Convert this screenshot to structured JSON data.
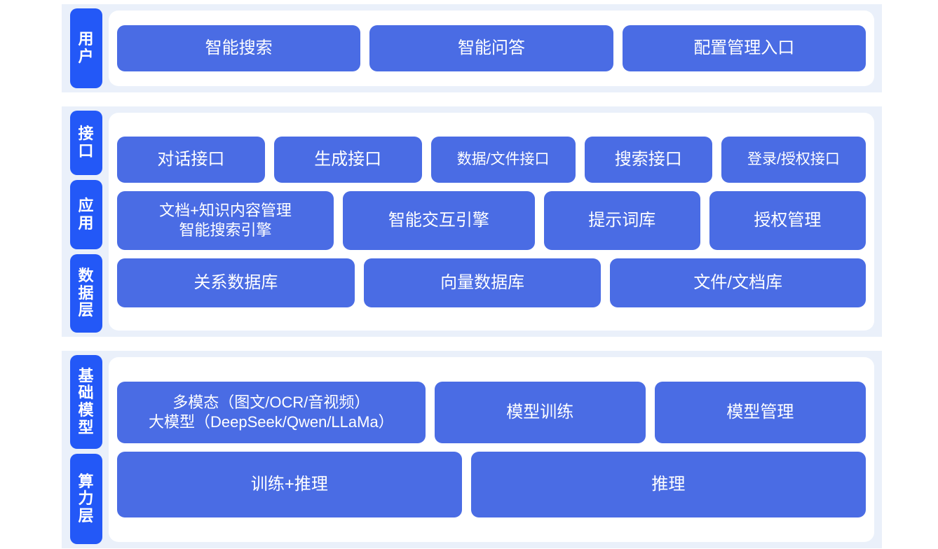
{
  "colors": {
    "tab_blue": "#2358f7",
    "box_blue": "#4a6ce4",
    "band_bg": "#eaf0fa",
    "panel_bg": "#ffffff",
    "page_bg": "#ffffff",
    "box_text": "#ffffff"
  },
  "sections": [
    {
      "id": "user",
      "tabs": [
        {
          "label": "用户",
          "chars": [
            "用",
            "户"
          ]
        }
      ],
      "rows": [
        {
          "id": "row-entry",
          "boxes": [
            {
              "label": "智能搜索",
              "flex": 1
            },
            {
              "label": "智能问答",
              "flex": 1
            },
            {
              "label": "配置管理入口",
              "flex": 1
            }
          ]
        }
      ]
    },
    {
      "id": "mid",
      "tabs": [
        {
          "label": "接口",
          "chars": [
            "接",
            "口"
          ]
        },
        {
          "label": "应用",
          "chars": [
            "应",
            "用"
          ]
        },
        {
          "label": "数据层",
          "chars": [
            "数",
            "据",
            "层"
          ]
        }
      ],
      "rows": [
        {
          "id": "row-api",
          "boxes": [
            {
              "label": "对话接口",
              "flex": 2.05
            },
            {
              "label": "生成接口",
              "flex": 2.05
            },
            {
              "label": "数据/文件接口",
              "flex": 2.0
            },
            {
              "label": "搜索接口",
              "flex": 1.75
            },
            {
              "label": "登录/授权接口",
              "flex": 2.0
            }
          ]
        },
        {
          "id": "row-app",
          "boxes": [
            {
              "label": "文档+知识内容管理\n智能搜索引擎",
              "flex": 2.9,
              "multiline": true
            },
            {
              "label": "智能交互引擎",
              "flex": 2.55
            },
            {
              "label": "提示词库",
              "flex": 2.05
            },
            {
              "label": "授权管理",
              "flex": 2.05
            }
          ]
        },
        {
          "id": "row-data",
          "boxes": [
            {
              "label": "关系数据库",
              "flex": 1
            },
            {
              "label": "向量数据库",
              "flex": 1
            },
            {
              "label": "文件/文档库",
              "flex": 1.08
            }
          ]
        }
      ]
    },
    {
      "id": "base",
      "tabs": [
        {
          "label": "基础模型",
          "chars": [
            "基",
            "础",
            "模",
            "型"
          ]
        },
        {
          "label": "算力层",
          "chars": [
            "算",
            "力",
            "层"
          ]
        }
      ],
      "rows": [
        {
          "id": "row-model",
          "boxes": [
            {
              "label": "多模态（图文/OCR/音视频）\n大模型（DeepSeek/Qwen/LLaMa）",
              "flex": 2.6,
              "multiline": true
            },
            {
              "label": "模型训练",
              "flex": 1.75
            },
            {
              "label": "模型管理",
              "flex": 1.75
            }
          ]
        },
        {
          "id": "row-compute",
          "boxes": [
            {
              "label": "训练+推理",
              "flex": 1
            },
            {
              "label": "推理",
              "flex": 1.15
            }
          ]
        }
      ]
    }
  ]
}
